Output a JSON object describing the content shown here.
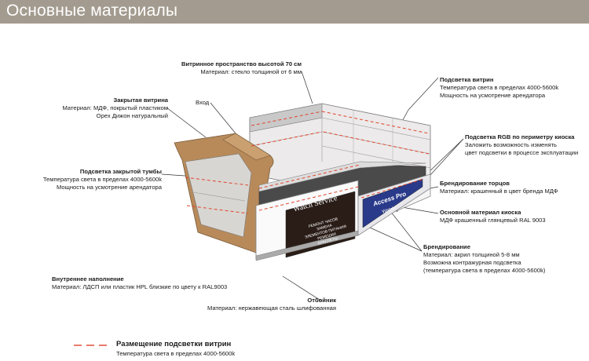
{
  "header": {
    "title": "Основные материалы"
  },
  "annotations": {
    "display_space": {
      "title": "Витринное пространство высотой 70 см",
      "lines": [
        "Материал: стекло толщиной от 6 мм"
      ]
    },
    "showcase_lighting": {
      "title": "Подсветка витрин",
      "lines": [
        "Температура света в пределах 4000-5600k",
        "Мощность на усмотрение арендатора"
      ]
    },
    "closed_showcase": {
      "title": "Закрытая витрина",
      "lines": [
        "Материал: МДФ, покрытый пластиком",
        "Орех Дижон натуральный"
      ]
    },
    "entrance": {
      "title": "Вход",
      "lines": []
    },
    "rgb_lighting": {
      "title": "Подсветка RGB по периметру киоска",
      "lines": [
        "Заложить возможность изменять",
        "цвет подсветки в процессе эксплуатации"
      ]
    },
    "cabinet_lighting": {
      "title": "Подсветка закрытой тумбы",
      "lines": [
        "Температура света в пределах 4000-5600k",
        "Мощность на усмотрение арендатора"
      ]
    },
    "end_branding": {
      "title": "Брендирование торцов",
      "lines": [
        "Материал: крашенный в цвет бренда МДФ"
      ]
    },
    "main_material": {
      "title": "Основной материал киоска",
      "lines": [
        "МДФ крашенный глянцевый RAL 9003"
      ]
    },
    "branding": {
      "title": "Брендирование",
      "lines": [
        "Материал: акрил толщиной 5-8 мм",
        "Возможна контражурная подсветка",
        "(температура света в пределах 4000-5600k)"
      ]
    },
    "interior": {
      "title": "Внутреннее наполнение",
      "lines": [
        "Материал: ЛДСП или пластик HPL близкие по цвету к RAL9003"
      ]
    },
    "skirting": {
      "title": "Отбойник",
      "lines": [
        "Материал: нержавеющая сталь шлифованная"
      ]
    }
  },
  "kiosk": {
    "sign_title": "Watch Service",
    "sign_items": [
      "РЕМОНТ ЧАСОВ",
      "ЗАМЕНА",
      "ЭЛЕМЕНТОВ ПИТАНИЯ",
      "РЕМЕШКИ",
      "БРАСЛЕТЫ"
    ],
    "side_brand": "Access Pro",
    "side_badge": "Watch"
  },
  "legend": {
    "label": "Размещение подсветки витрин",
    "sub": "Температура света в пределах 4000-5600k",
    "color": "#e0452e"
  },
  "colors": {
    "header": "#a39b8f",
    "wood": "#b88a5a",
    "accent": "#e0452e",
    "brand_blue": "#2a3a8a"
  }
}
